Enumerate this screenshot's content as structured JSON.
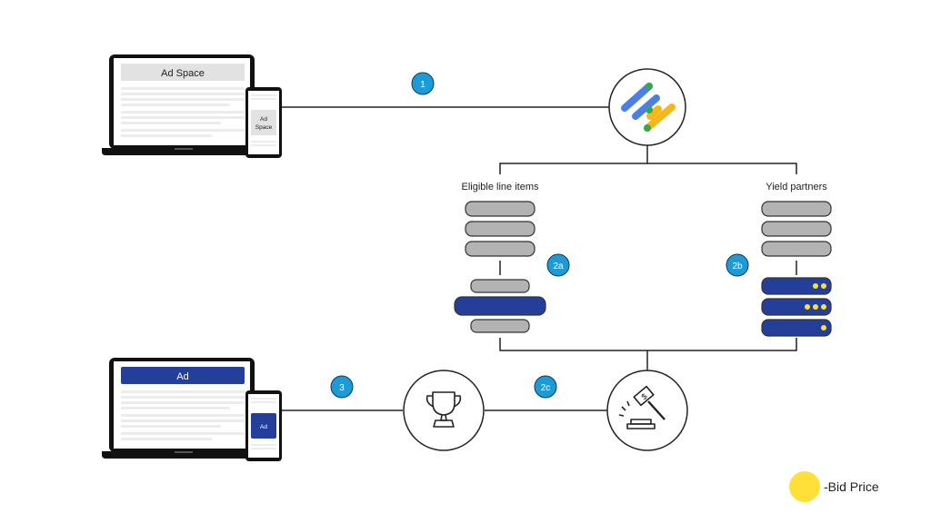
{
  "top_device": {
    "laptop_ad_label": "Ad Space",
    "phone_ad_label_line1": "Ad",
    "phone_ad_label_line2": "Space"
  },
  "bottom_device": {
    "laptop_ad_label": "Ad",
    "phone_ad_label": "Ad"
  },
  "steps": {
    "s1": "1",
    "s2a": "2a",
    "s2b": "2b",
    "s2c": "2c",
    "s3": "3"
  },
  "labels": {
    "eligible_line_items": "Eligible line items",
    "yield_partners": "Yield partners"
  },
  "yield_partner_bid_dots": [
    2,
    3,
    1
  ],
  "legend": {
    "bid_price": "-Bid Price"
  },
  "colors": {
    "step_badge": "#1e9ad6",
    "ad_blue": "#243f9a",
    "gray_bar": "#b3b3b3",
    "bid_dot": "#ffdf38",
    "line": "#222222"
  },
  "icons": {
    "server": "google-ad-manager-logo-icon",
    "winner": "trophy-icon",
    "auction": "gavel-icon"
  }
}
